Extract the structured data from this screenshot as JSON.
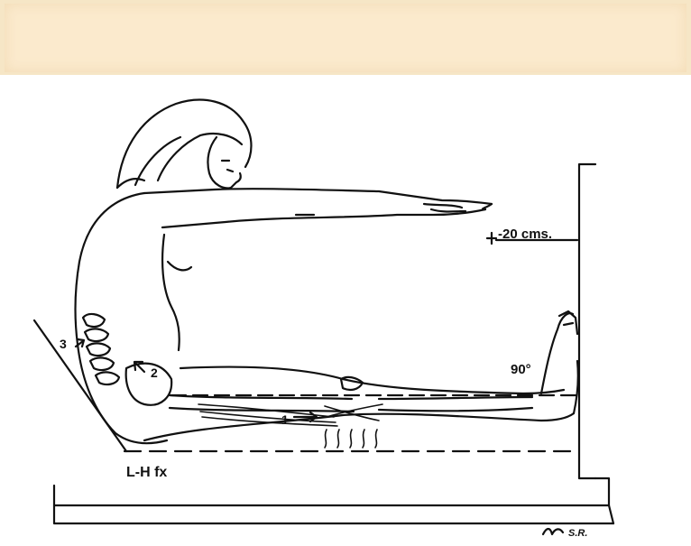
{
  "figure": {
    "labels": {
      "distance": "-20 cms.",
      "angle": "90°",
      "marker_1": "1",
      "marker_2": "2",
      "marker_3": "3",
      "lh_fx": "L-H fx",
      "signature": "S.R."
    },
    "colors": {
      "ink": "#111111",
      "band": "#f6e6c6",
      "paper": "#ffffff"
    }
  }
}
